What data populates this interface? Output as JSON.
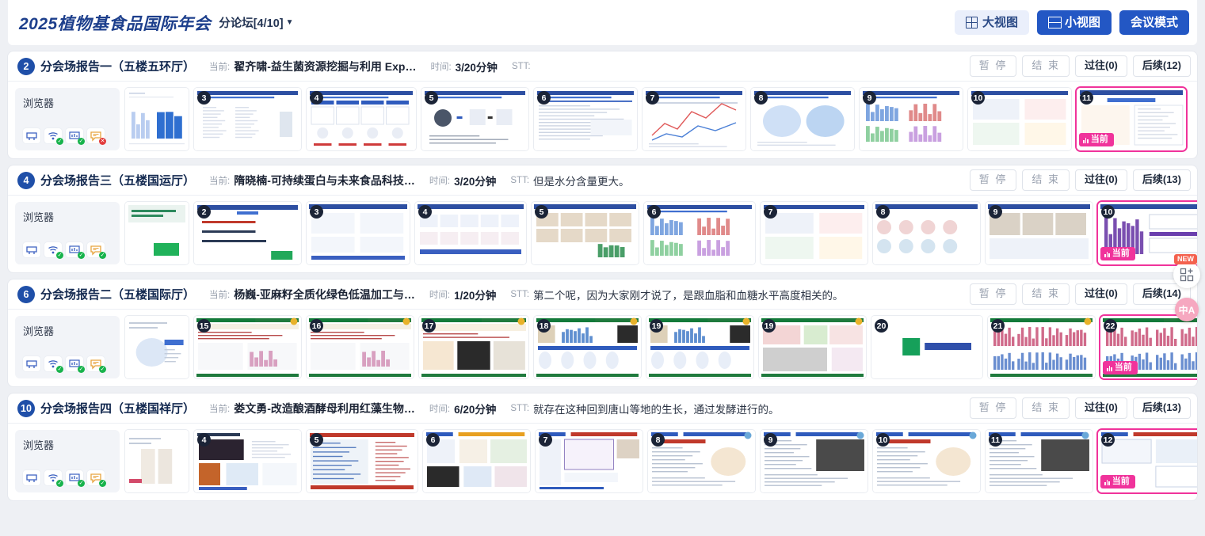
{
  "header": {
    "title": "2025植物基食品国际年会",
    "subtitle": "分论坛[4/10]",
    "caret": "▼",
    "buttons": {
      "big_view": "大视图",
      "small_view": "小视图",
      "meeting_mode": "会议模式"
    },
    "icons": {
      "big_view": "grid-icon",
      "small_view": "split-layout-icon"
    }
  },
  "labels": {
    "current": "当前:",
    "time": "时间:",
    "stt": "STT:",
    "browser": "浏览器",
    "current_tag": "当前",
    "new_badge": "NEW",
    "translate_fab": "中A"
  },
  "sessions": [
    {
      "badge": "2",
      "name": "分会场报告一（五楼五环厅）",
      "current": "翟齐啸-益生菌资源挖掘与利用 Exp…",
      "time": "3/20分钟",
      "stt": "",
      "actions": {
        "pause": "暂 停",
        "end": "结 束",
        "past": "过往(0)",
        "next": "后续(12)"
      },
      "browser_status": [
        "none",
        "ok",
        "ok",
        "err"
      ],
      "slides": [
        {
          "n": "",
          "current": false,
          "w": 80,
          "kind": "chart"
        },
        {
          "n": "3",
          "current": false,
          "w": 135,
          "kind": "docs"
        },
        {
          "n": "4",
          "current": false,
          "w": 138,
          "kind": "icons"
        },
        {
          "n": "5",
          "current": false,
          "w": 135,
          "kind": "flow"
        },
        {
          "n": "6",
          "current": false,
          "w": 130,
          "kind": "text"
        },
        {
          "n": "7",
          "current": false,
          "w": 130,
          "kind": "plot"
        },
        {
          "n": "8",
          "current": false,
          "w": 130,
          "kind": "map"
        },
        {
          "n": "9",
          "current": false,
          "w": 130,
          "kind": "mix"
        },
        {
          "n": "10",
          "current": false,
          "w": 130,
          "kind": "mix2"
        },
        {
          "n": "11",
          "current": true,
          "w": 138,
          "kind": "flow2"
        }
      ]
    },
    {
      "badge": "4",
      "name": "分会场报告三（五楼国运厅）",
      "current": "隋晓楠-可持续蛋白与未来食品科技…",
      "time": "3/20分钟",
      "stt": "但是水分含量更大。",
      "actions": {
        "pause": "暂 停",
        "end": "结 束",
        "past": "过往(0)",
        "next": "后续(13)"
      },
      "browser_status": [
        "none",
        "ok",
        "ok",
        "ok"
      ],
      "slides": [
        {
          "n": "",
          "current": false,
          "w": 80,
          "kind": "cover"
        },
        {
          "n": "2",
          "current": false,
          "w": 135,
          "kind": "toc"
        },
        {
          "n": "3",
          "current": false,
          "w": 130,
          "kind": "diagram"
        },
        {
          "n": "4",
          "current": false,
          "w": 140,
          "kind": "diagram2"
        },
        {
          "n": "5",
          "current": false,
          "w": 135,
          "kind": "photos"
        },
        {
          "n": "6",
          "current": false,
          "w": 140,
          "kind": "mix"
        },
        {
          "n": "7",
          "current": false,
          "w": 135,
          "kind": "mix2"
        },
        {
          "n": "8",
          "current": false,
          "w": 135,
          "kind": "cells"
        },
        {
          "n": "9",
          "current": false,
          "w": 135,
          "kind": "photos2"
        },
        {
          "n": "10",
          "current": true,
          "w": 135,
          "kind": "chart2"
        }
      ]
    },
    {
      "badge": "6",
      "name": "分会场报告二（五楼国际厅）",
      "current": "杨巍-亚麻籽全质化绿色低温加工与…",
      "time": "1/20分钟",
      "stt": "第二个呢，因为大家刚才说了，是跟血脂和血糖水平高度相关的。",
      "actions": {
        "pause": "暂 停",
        "end": "结 束",
        "past": "过往(0)",
        "next": "后续(14)"
      },
      "browser_status": [
        "none",
        "ok",
        "ok",
        "ok"
      ],
      "slides": [
        {
          "n": "",
          "current": false,
          "w": 80,
          "kind": "cover2"
        },
        {
          "n": "15",
          "current": false,
          "w": 135,
          "kind": "green"
        },
        {
          "n": "16",
          "current": false,
          "w": 135,
          "kind": "green"
        },
        {
          "n": "17",
          "current": false,
          "w": 138,
          "kind": "green2"
        },
        {
          "n": "18",
          "current": false,
          "w": 135,
          "kind": "green3"
        },
        {
          "n": "19",
          "current": false,
          "w": 135,
          "kind": "green3"
        },
        {
          "n": "19",
          "current": false,
          "w": 135,
          "kind": "green4"
        },
        {
          "n": "20",
          "current": false,
          "w": 140,
          "kind": "logo"
        },
        {
          "n": "21",
          "current": false,
          "w": 135,
          "kind": "green5"
        },
        {
          "n": "22",
          "current": true,
          "w": 140,
          "kind": "green5"
        }
      ]
    },
    {
      "badge": "10",
      "name": "分会场报告四（五楼国祥厅）",
      "current": "娄文勇-改造酿酒酵母利用红藻生物…",
      "time": "6/20分钟",
      "stt": "就存在这种回到唐山等地的生长，通过发酵进行的。",
      "actions": {
        "pause": "暂 停",
        "end": "结 束",
        "past": "过往(0)",
        "next": "后续(13)"
      },
      "browser_status": [
        "none",
        "ok",
        "ok",
        "ok"
      ],
      "slides": [
        {
          "n": "",
          "current": false,
          "w": 80,
          "kind": "cover3"
        },
        {
          "n": "4",
          "current": false,
          "w": 135,
          "kind": "paper"
        },
        {
          "n": "5",
          "current": false,
          "w": 140,
          "kind": "table"
        },
        {
          "n": "6",
          "current": false,
          "w": 135,
          "kind": "blue"
        },
        {
          "n": "7",
          "current": false,
          "w": 135,
          "kind": "blue2"
        },
        {
          "n": "8",
          "current": false,
          "w": 135,
          "kind": "blue3"
        },
        {
          "n": "9",
          "current": false,
          "w": 135,
          "kind": "blue4"
        },
        {
          "n": "10",
          "current": false,
          "w": 135,
          "kind": "blue3"
        },
        {
          "n": "11",
          "current": false,
          "w": 135,
          "kind": "blue4"
        },
        {
          "n": "12",
          "current": true,
          "w": 135,
          "kind": "blue5"
        }
      ]
    }
  ],
  "colors": {
    "brand": "#1f4fa8",
    "primary": "#2357c4",
    "current": "#f0339b",
    "new": "#f4614e",
    "ok": "#18b34c",
    "error": "#e23b3b"
  }
}
